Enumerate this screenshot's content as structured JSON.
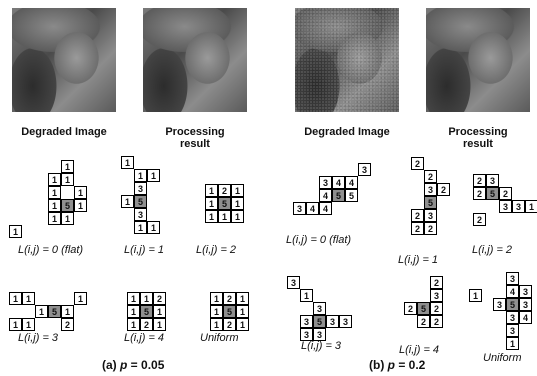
{
  "captions": {
    "degraded": "Degraded Image",
    "processing_line1": "Processing",
    "processing_line2": "result"
  },
  "subfigures": {
    "a": {
      "prefix": "(a) ",
      "var": "p",
      "eq": " = 0.05"
    },
    "b": {
      "prefix": "(b) ",
      "var": "p",
      "eq": " = 0.2"
    }
  },
  "labels": {
    "l0": "L(i,j) = 0 (flat)",
    "l1": "L(i,j) = 1",
    "l2": "L(i,j) = 2",
    "l3": "L(i,j) = 3",
    "l4": "L(i,j) = 4",
    "uniform": "Uniform"
  },
  "grids": [
    {
      "id": "a-l0",
      "label": "l0",
      "ox": 61,
      "oy": 160,
      "cells": [
        [
          0,
          0,
          "1"
        ],
        [
          -1,
          1,
          "1"
        ],
        [
          0,
          1,
          "1"
        ],
        [
          -1,
          2,
          "1"
        ],
        [
          1,
          2,
          "1"
        ],
        [
          -1,
          3,
          "1"
        ],
        [
          0,
          3,
          "5",
          true
        ],
        [
          1,
          3,
          "1"
        ],
        [
          -1,
          4,
          "1"
        ],
        [
          0,
          4,
          "1"
        ],
        [
          -4,
          5,
          "1"
        ]
      ]
    },
    {
      "id": "a-l1",
      "label": "l1",
      "ox": 134,
      "oy": 156,
      "cells": [
        [
          -1,
          0,
          "1"
        ],
        [
          0,
          1,
          "1"
        ],
        [
          1,
          1,
          "1"
        ],
        [
          0,
          2,
          "3"
        ],
        [
          -1,
          3,
          "1"
        ],
        [
          0,
          3,
          "5",
          true
        ],
        [
          0,
          4,
          "3"
        ],
        [
          0,
          5,
          "1"
        ],
        [
          1,
          5,
          "1"
        ]
      ]
    },
    {
      "id": "a-l2",
      "label": "l2",
      "ox": 218,
      "oy": 184,
      "cells": [
        [
          -1,
          0,
          "1"
        ],
        [
          0,
          0,
          "2"
        ],
        [
          1,
          0,
          "1"
        ],
        [
          -1,
          1,
          "1"
        ],
        [
          0,
          1,
          "5",
          true
        ],
        [
          1,
          1,
          "1"
        ],
        [
          -1,
          2,
          "1"
        ],
        [
          0,
          2,
          "1"
        ],
        [
          1,
          2,
          "1"
        ]
      ]
    },
    {
      "id": "a-l3",
      "label": "l3",
      "ox": 48,
      "oy": 292,
      "cells": [
        [
          -3,
          0,
          "1"
        ],
        [
          -2,
          0,
          "1"
        ],
        [
          2,
          0,
          "1"
        ],
        [
          -1,
          1,
          "1"
        ],
        [
          0,
          1,
          "5",
          true
        ],
        [
          1,
          1,
          "1"
        ],
        [
          -3,
          2,
          "1"
        ],
        [
          -2,
          2,
          "1"
        ],
        [
          1,
          2,
          "2"
        ]
      ]
    },
    {
      "id": "a-l4",
      "label": "l4",
      "ox": 140,
      "oy": 292,
      "cells": [
        [
          -1,
          0,
          "1"
        ],
        [
          0,
          0,
          "1"
        ],
        [
          1,
          0,
          "2"
        ],
        [
          -1,
          1,
          "1"
        ],
        [
          0,
          1,
          "5",
          true
        ],
        [
          1,
          1,
          "1"
        ],
        [
          -1,
          2,
          "1"
        ],
        [
          0,
          2,
          "2"
        ],
        [
          1,
          2,
          "1"
        ]
      ]
    },
    {
      "id": "a-l-uniform",
      "label": "uniform",
      "ox": 223,
      "oy": 292,
      "cells": [
        [
          -1,
          0,
          "1"
        ],
        [
          0,
          0,
          "2"
        ],
        [
          1,
          0,
          "1"
        ],
        [
          -1,
          1,
          "1"
        ],
        [
          0,
          1,
          "5",
          true
        ],
        [
          1,
          1,
          "1"
        ],
        [
          -1,
          2,
          "1"
        ],
        [
          0,
          2,
          "2"
        ],
        [
          1,
          2,
          "1"
        ]
      ]
    },
    {
      "id": "b-l0",
      "label": "l0",
      "ox": 332,
      "oy": 176,
      "cells": [
        [
          2,
          -1,
          "3"
        ],
        [
          -1,
          0,
          "3"
        ],
        [
          0,
          0,
          "4"
        ],
        [
          1,
          0,
          "4"
        ],
        [
          -1,
          1,
          "4"
        ],
        [
          0,
          1,
          "5",
          true
        ],
        [
          1,
          1,
          "5"
        ],
        [
          -3,
          2,
          "3"
        ],
        [
          -2,
          2,
          "4"
        ],
        [
          -1,
          2,
          "4"
        ]
      ]
    },
    {
      "id": "b-l1",
      "label": "l1",
      "ox": 424,
      "oy": 157,
      "cells": [
        [
          -1,
          0,
          "2"
        ],
        [
          0,
          1,
          "2"
        ],
        [
          0,
          2,
          "3"
        ],
        [
          1,
          2,
          "2"
        ],
        [
          0,
          3,
          "5",
          true
        ],
        [
          -1,
          4,
          "2"
        ],
        [
          0,
          4,
          "3"
        ],
        [
          -1,
          5,
          "2"
        ],
        [
          0,
          5,
          "2"
        ]
      ]
    },
    {
      "id": "b-l2",
      "label": "l2",
      "ox": 499,
      "oy": 174,
      "cells": [
        [
          -2,
          0,
          "2"
        ],
        [
          -1,
          0,
          "3"
        ],
        [
          -2,
          1,
          "2"
        ],
        [
          -1,
          1,
          "5",
          true
        ],
        [
          0,
          1,
          "2"
        ],
        [
          0,
          2,
          "3"
        ],
        [
          1,
          2,
          "3"
        ],
        [
          2,
          2,
          "1"
        ],
        [
          -2,
          3,
          "2"
        ]
      ]
    },
    {
      "id": "b-l3",
      "label": "l3",
      "ox": 326,
      "oy": 302,
      "cells": [
        [
          -3,
          -2,
          "3"
        ],
        [
          -2,
          -1,
          "1"
        ],
        [
          -1,
          0,
          "3"
        ],
        [
          -2,
          1,
          "3"
        ],
        [
          -1,
          1,
          "5",
          true
        ],
        [
          0,
          1,
          "3"
        ],
        [
          1,
          1,
          "3"
        ],
        [
          -2,
          2,
          "3"
        ],
        [
          -1,
          2,
          "3"
        ]
      ]
    },
    {
      "id": "b-l4",
      "label": "l4",
      "ox": 417,
      "oy": 302,
      "cells": [
        [
          1,
          -2,
          "2"
        ],
        [
          1,
          -1,
          "3"
        ],
        [
          -1,
          0,
          "2"
        ],
        [
          0,
          0,
          "5",
          true
        ],
        [
          1,
          0,
          "2"
        ],
        [
          0,
          1,
          "2"
        ],
        [
          1,
          1,
          "2"
        ],
        [
          4,
          -1,
          "1"
        ]
      ]
    },
    {
      "id": "b-l-uniform",
      "label": "uniform",
      "ox": 506,
      "oy": 298,
      "cells": [
        [
          0,
          -2,
          "3"
        ],
        [
          0,
          -1,
          "4"
        ],
        [
          1,
          -1,
          "3"
        ],
        [
          -1,
          0,
          "3"
        ],
        [
          0,
          0,
          "5",
          true
        ],
        [
          1,
          0,
          "3"
        ],
        [
          0,
          1,
          "3"
        ],
        [
          1,
          1,
          "4"
        ],
        [
          0,
          2,
          "3"
        ],
        [
          0,
          3,
          "1"
        ]
      ]
    }
  ]
}
